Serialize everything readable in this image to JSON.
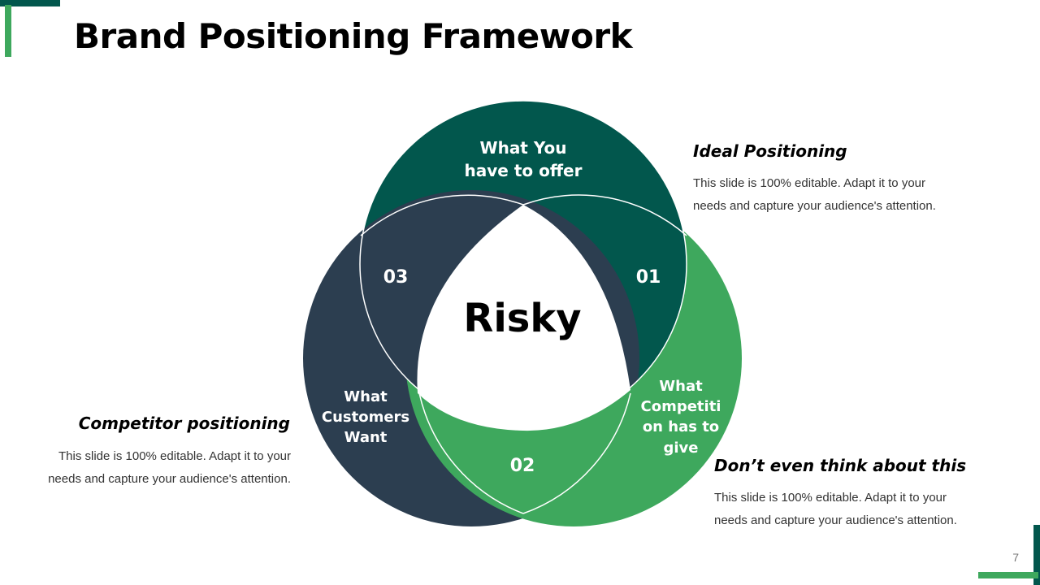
{
  "slide": {
    "title": "Brand Positioning Framework",
    "page_number": "7"
  },
  "colors": {
    "dark_teal": "#02574D",
    "navy": "#2C3E50",
    "green": "#3EA85D",
    "accent_corner": "#02574D",
    "accent_corner_light": "#3EA85D"
  },
  "venn": {
    "center_label": "Risky",
    "circles": {
      "top": {
        "label_lines": [
          "What You",
          "have to offer"
        ]
      },
      "left": {
        "label_lines": [
          "What",
          "Customers",
          "Want"
        ]
      },
      "right": {
        "label_lines": [
          "What",
          "Competiti",
          "on has to",
          "give"
        ]
      }
    },
    "overlaps": {
      "top_right": "01",
      "bottom": "02",
      "top_left": "03"
    }
  },
  "callouts": [
    {
      "id": "ideal",
      "heading": "Ideal Positioning",
      "body_lines": [
        "This slide is 100% editable. Adapt it to your",
        "needs and capture your audience's attention."
      ]
    },
    {
      "id": "competitor",
      "heading": "Competitor positioning",
      "body_lines": [
        "This slide is 100% editable. Adapt it to your",
        "needs and capture your audience's attention."
      ]
    },
    {
      "id": "dont",
      "heading": "Don’t even think about this",
      "body_lines": [
        "This slide is 100% editable. Adapt it to your",
        "needs and capture your audience's attention."
      ]
    }
  ]
}
